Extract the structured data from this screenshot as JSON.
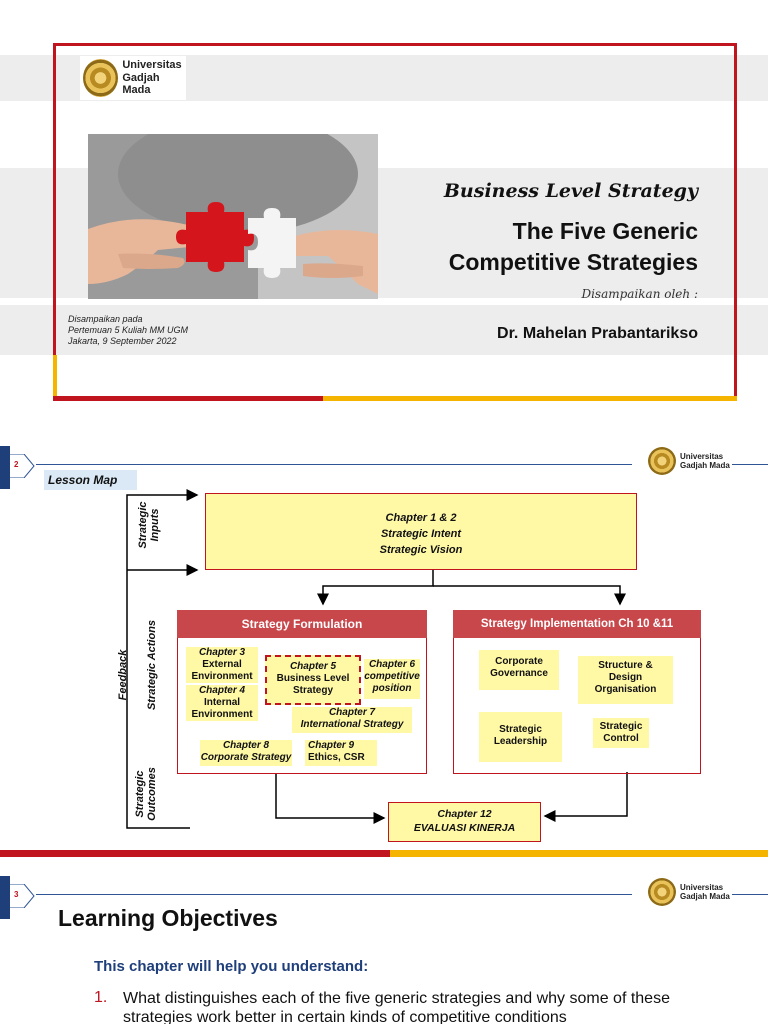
{
  "brand": {
    "line1": "Universitas",
    "line2": "Gadjah Mada",
    "seal_color": "#b88a22"
  },
  "colors": {
    "accent_red": "#c0141e",
    "accent_yellow": "#f5b400",
    "navy": "#1f3f7a",
    "box_yellow": "#fff9a6"
  },
  "slide1": {
    "script_title": "Business Level Strategy",
    "title_line1": "The Five Generic",
    "title_line2": "Competitive Strategies",
    "presented_by": "Disampaikan oleh :",
    "presenter": "Dr. Mahelan Prabantarikso",
    "venue_line1": "Disampaikan pada",
    "venue_line2": "Pertemuan 5 Kuliah MM UGM",
    "venue_line3": "Jakarta, 9 September 2022"
  },
  "slide2": {
    "number": "2",
    "label": "Lesson Map",
    "top_box": {
      "line1": "Chapter 1 & 2",
      "line2": "Strategic Intent",
      "line3": "Strategic Vision"
    },
    "formulation_title": "Strategy Formulation",
    "implementation_title": "Strategy Implementation Ch 10 &11",
    "ch3": {
      "line1": "Chapter 3",
      "line2": "External",
      "line3": "Environment"
    },
    "ch4": {
      "line1": "Chapter 4",
      "line2": "Internal",
      "line3": "Environment"
    },
    "ch5": {
      "line1": "Chapter 5",
      "line2": "Business Level",
      "line3": "Strategy"
    },
    "ch6": {
      "line1": "Chapter 6",
      "line2": "competitive",
      "line3": "position"
    },
    "ch7": {
      "line1": "Chapter 7",
      "line2": "International  Strategy"
    },
    "ch8": {
      "line1": "Chapter 8",
      "line2": "Corporate Strategy"
    },
    "ch9": {
      "line1": "Chapter 9",
      "line2": "Ethics, CSR"
    },
    "impl1": {
      "line1": "Corporate",
      "line2": "Governance"
    },
    "impl2": {
      "line1": "Structure &",
      "line2": "Design",
      "line3": "Organisation"
    },
    "impl3": {
      "line1": "Strategic",
      "line2": "Leadership"
    },
    "impl4": {
      "line1": "Strategic",
      "line2": "Control"
    },
    "ch12": {
      "line1": "Chapter 12",
      "line2": "EVALUASI KINERJA"
    },
    "side_inputs": {
      "line1": "Strategic",
      "line2": "Inputs"
    },
    "side_actions": "Strategic Actions",
    "side_outcomes": {
      "line1": "Strategic",
      "line2": "Outcomes"
    },
    "side_feedback": "Feedback"
  },
  "slide3": {
    "number": "3",
    "title": "Learning Objectives",
    "subtitle": "This chapter will help you understand:",
    "item1_num": "1.",
    "item1_text": "What distinguishes each of the five generic strategies and why some of these strategies work better in certain kinds of competitive conditions"
  }
}
